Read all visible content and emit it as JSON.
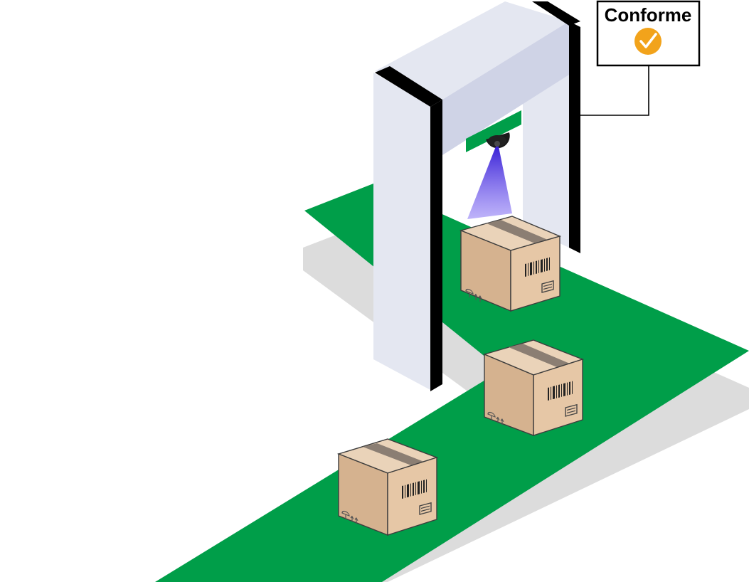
{
  "status_panel": {
    "label": "Conforme",
    "icon": "checkmark-circle-icon"
  },
  "colors": {
    "conveyor": "#009e49",
    "conveyor_shadow": "#dcdcdc",
    "gantry_front": "#e4e7f1",
    "gantry_top": "#cfd3e6",
    "gantry_edge": "#000000",
    "scanner_mount": "#009e49",
    "scan_beam": "#5a3cf0",
    "box_front": "#d5b28f",
    "box_side": "#e6c7a6",
    "box_top": "#ead3b9",
    "box_tape": "#8b7e73",
    "status_check": "#f2a31b",
    "panel_border": "#000000"
  },
  "boxes": [
    {
      "id": "box-1",
      "barcode": "barcode-icon",
      "handling": "handling-symbols-icon"
    },
    {
      "id": "box-2",
      "barcode": "barcode-icon",
      "handling": "handling-symbols-icon"
    },
    {
      "id": "box-3",
      "barcode": "barcode-icon",
      "handling": "handling-symbols-icon"
    }
  ]
}
